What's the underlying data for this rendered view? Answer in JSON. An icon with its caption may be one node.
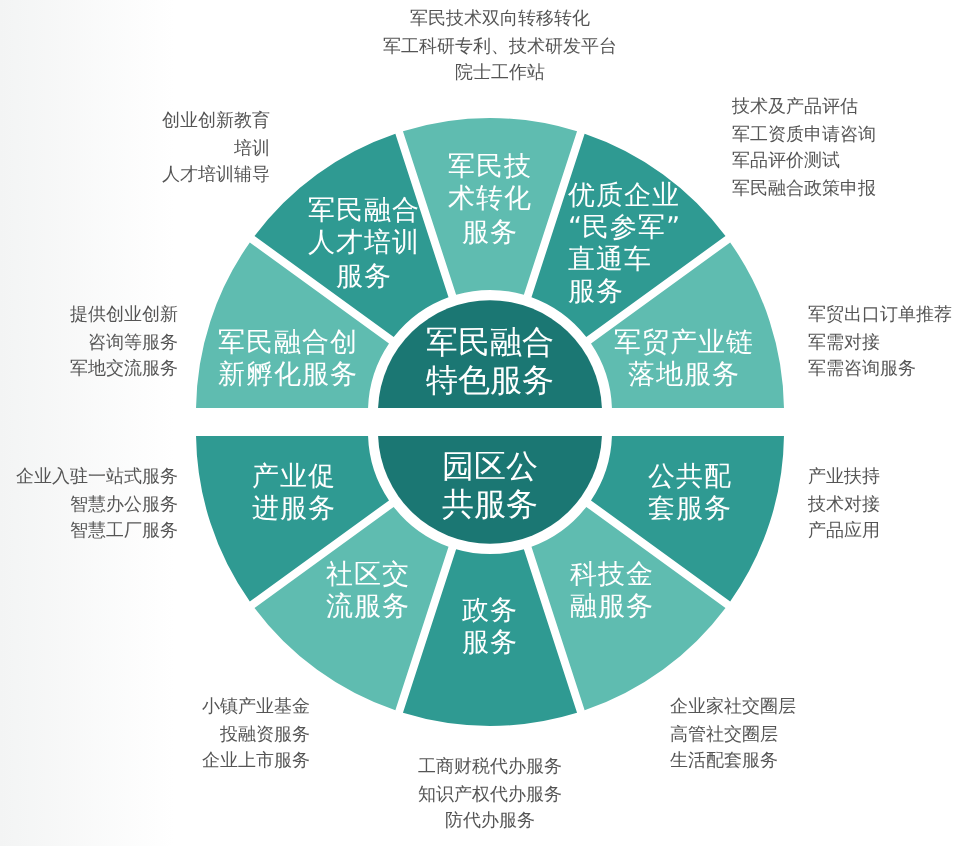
{
  "diagram": {
    "nodes": [
      {
        "text": [
          "军民融合特色服务"
        ]
      },
      {
        "text": [
          "军民融合创新孵化服务"
        ],
        "beside": [
          "提供创业创新咨询等服务",
          "军地交流服务"
        ]
      },
      {
        "text": [
          "军民融合人才培训服务"
        ],
        "beside": [
          "创业创新教育",
          "培训",
          "人才培训辅导"
        ]
      },
      {
        "text": [
          "军民技术转化服务"
        ],
        "beside": [
          "军民技术双向转移转化",
          "军工科研专利、技术研发平台",
          "院士工作站"
        ]
      },
      {
        "text": [
          "优质企业“民参军”直通车服务"
        ],
        "beside": [
          "技术及产品评估",
          "军工资质申请咨询",
          "军品评价测试",
          "军民融合政策申报"
        ]
      },
      {
        "text": [
          "军贸产业链落地服务"
        ],
        "beside": [
          "军贸出口订单推荐",
          "军需对接",
          "军需咨询服务"
        ]
      },
      {
        "text": [
          "园区公共服务"
        ]
      },
      {
        "text": [
          "产业促进服务"
        ],
        "beside": [
          "企业入驻一站式服务",
          "智慧办公服务",
          "智慧工厂服务"
        ]
      },
      {
        "text": [
          "社区交流服务"
        ],
        "beside": [
          "小镇产业基金",
          "投融资服务",
          "企业上市服务"
        ]
      },
      {
        "text": [
          "政务服务"
        ],
        "beside": [
          "工商财税代办服务",
          "知识产权代办服务",
          "防代办服务"
        ]
      },
      {
        "text": [
          "科技金融服务"
        ],
        "beside": [
          "企业家社交圈层",
          "高管社交圈层",
          "生活配套服务"
        ]
      },
      {
        "text": [
          "公共配套服务"
        ],
        "beside": [
          "产业扶持",
          "技术对接",
          "产品应用"
        ]
      }
    ]
  }
}
